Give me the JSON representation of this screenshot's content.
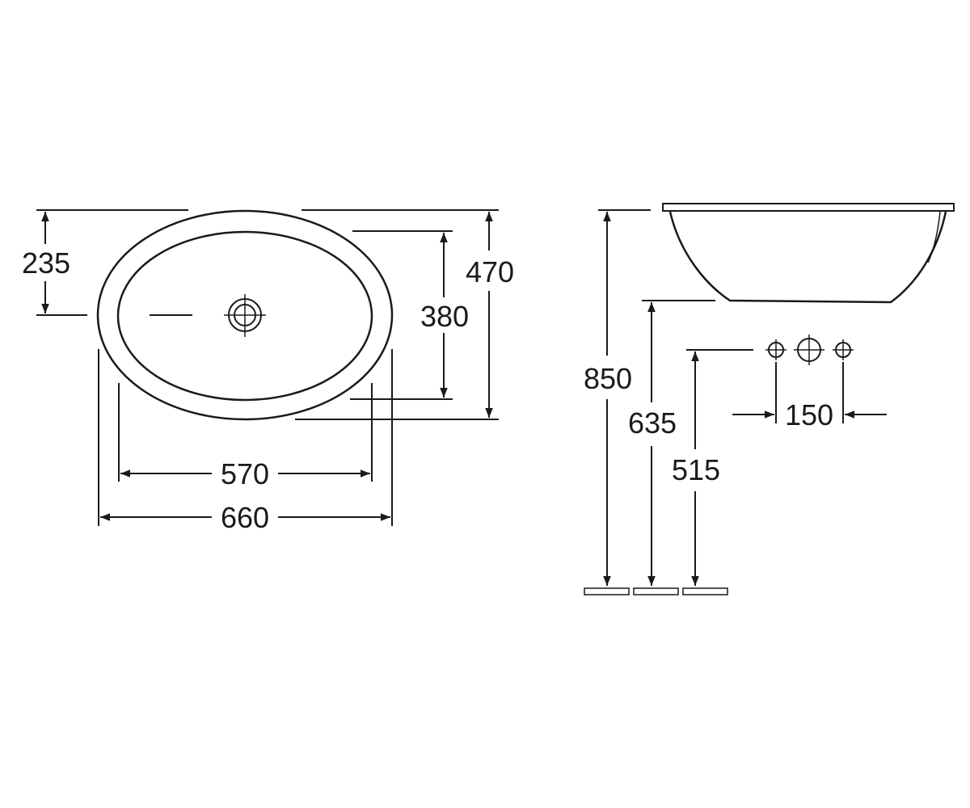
{
  "top_view": {
    "dimensions": {
      "half_depth": "235",
      "outer_depth": "470",
      "inner_depth": "380",
      "inner_width": "570",
      "outer_width": "660"
    }
  },
  "side_view": {
    "dimensions": {
      "rim_height": "850",
      "bowl_bottom_height": "635",
      "tap_height": "515",
      "tap_spacing": "150"
    }
  },
  "colors": {
    "line": "#1a1a1a",
    "background": "#ffffff"
  }
}
